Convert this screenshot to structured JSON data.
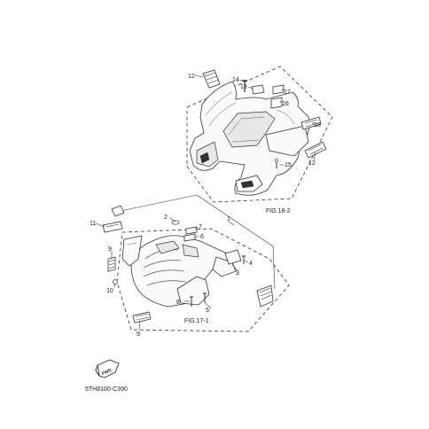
{
  "callouts": {
    "n1": "1",
    "n2": "2",
    "n3": "3",
    "n4": "4",
    "n5": "5",
    "n6": "6",
    "n7": "7",
    "n8": "8",
    "n9": "9",
    "n10": "10",
    "n11": "11",
    "n12a": "12",
    "n12b": "12",
    "n13": "13",
    "n14": "14",
    "n15": "15",
    "n16": "16",
    "n17": "17",
    "n18": "18"
  },
  "figure_refs": {
    "rear": "FIG.18-2",
    "front": "FIG.17-1"
  },
  "fwd_label": "FWD",
  "diagram_code": "5TH8100-C390"
}
